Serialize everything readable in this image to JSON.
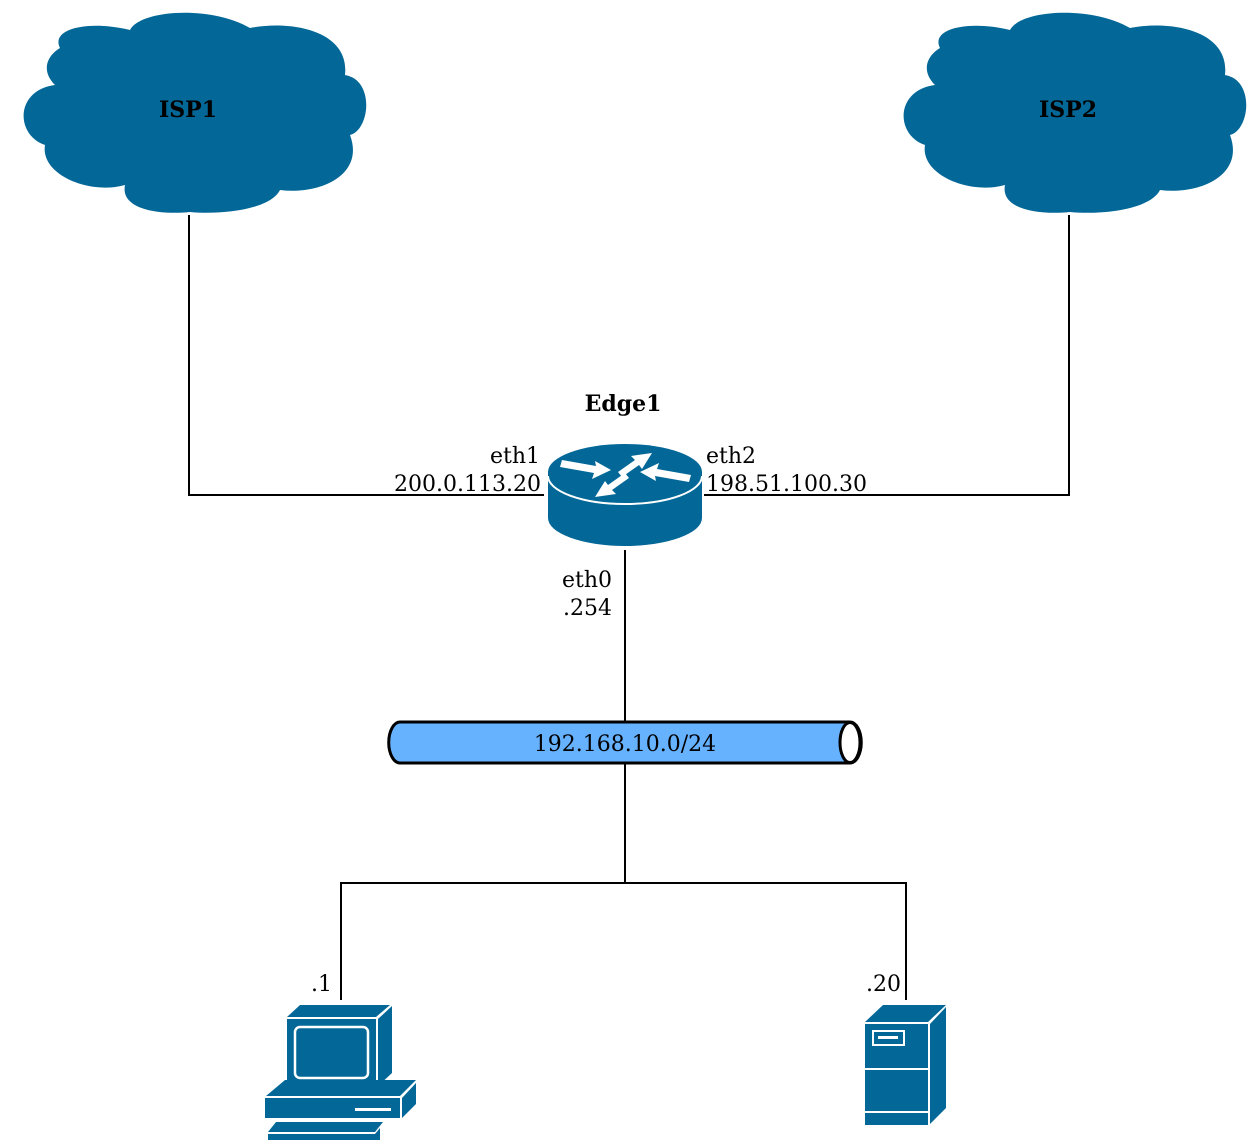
{
  "colors": {
    "device": "#036897",
    "lan_fill": "#66B2FF",
    "link": "#000000"
  },
  "nodes": {
    "isp1": {
      "label": "ISP1",
      "icon": "cloud-icon"
    },
    "isp2": {
      "label": "ISP2",
      "icon": "cloud-icon"
    },
    "edge1": {
      "label": "Edge1",
      "icon": "router-icon",
      "interfaces": {
        "eth1": {
          "name": "eth1",
          "address": "200.0.113.20"
        },
        "eth2": {
          "name": "eth2",
          "address": "198.51.100.30"
        },
        "eth0": {
          "name": "eth0",
          "address": ".254"
        }
      }
    },
    "lan": {
      "label": "192.168.10.0/24",
      "icon": "network-segment-icon"
    },
    "host1": {
      "address": ".1",
      "icon": "workstation-icon"
    },
    "host2": {
      "address": ".20",
      "icon": "server-icon"
    }
  },
  "links": [
    {
      "from": "isp1",
      "to": "edge1.eth1"
    },
    {
      "from": "isp2",
      "to": "edge1.eth2"
    },
    {
      "from": "edge1.eth0",
      "to": "lan"
    },
    {
      "from": "lan",
      "to": "host1"
    },
    {
      "from": "lan",
      "to": "host2"
    }
  ]
}
